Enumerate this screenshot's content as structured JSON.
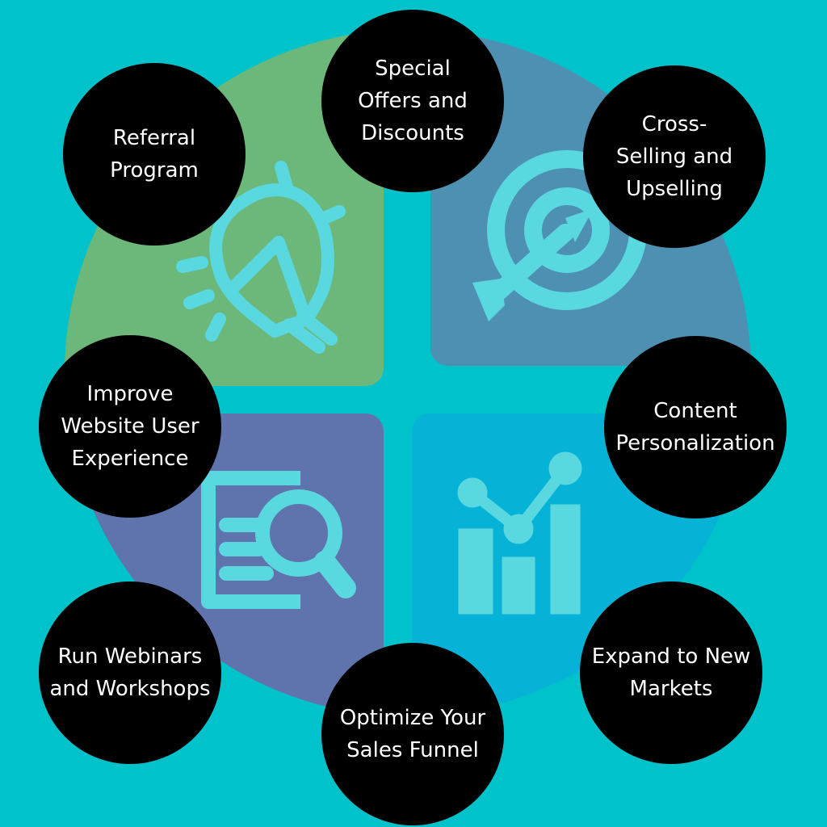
{
  "colors": {
    "background": "#00c2cb",
    "quadrant_top_left": "#6cb77a",
    "quadrant_top_right": "#4d90b2",
    "quadrant_bottom_left": "#5f73ac",
    "quadrant_bottom_right": "#06b2d6",
    "icon": "#5ad8e0",
    "node_fill": "#000000",
    "node_text": "#ffffff"
  },
  "icons": {
    "top_left": "lightbulb-icon",
    "top_right": "target-arrow-icon",
    "bottom_left": "document-search-icon",
    "bottom_right": "bar-chart-trend-icon"
  },
  "nodes": [
    {
      "id": "special-offers",
      "lines": [
        "Special",
        "Offers and",
        "Discounts"
      ]
    },
    {
      "id": "referral-program",
      "lines": [
        "Referral",
        "Program"
      ]
    },
    {
      "id": "cross-selling",
      "lines": [
        "Cross-",
        "Selling and",
        "Upselling"
      ]
    },
    {
      "id": "improve-website",
      "lines": [
        "Improve",
        "Website User",
        "Experience"
      ]
    },
    {
      "id": "content-personalization",
      "lines": [
        "Content",
        "Personalization"
      ]
    },
    {
      "id": "run-webinars",
      "lines": [
        "Run Webinars",
        "and Workshops"
      ]
    },
    {
      "id": "expand-markets",
      "lines": [
        "Expand to New",
        "Markets"
      ]
    },
    {
      "id": "optimize-funnel",
      "lines": [
        "Optimize Your",
        "Sales Funnel"
      ]
    }
  ]
}
